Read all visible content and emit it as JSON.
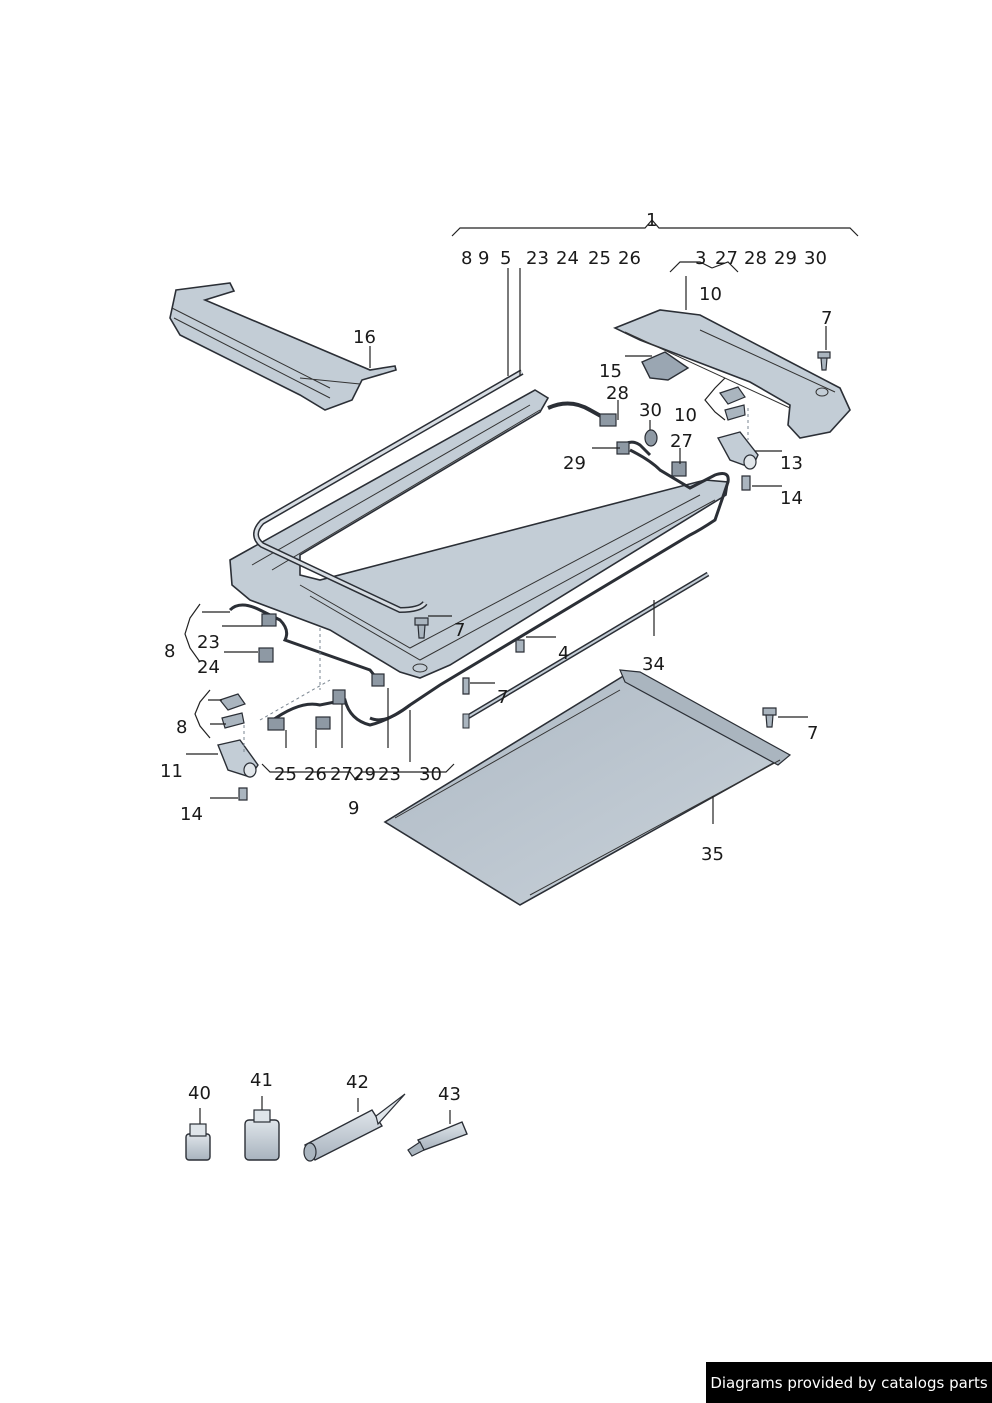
{
  "diagram": {
    "callouts": {
      "c1": "1",
      "c8a": "8",
      "c9a": "9",
      "c5": "5",
      "c23a": "23",
      "c24a": "24",
      "c25a": "25",
      "c26a": "26",
      "c3": "3",
      "c27a": "27",
      "c28a": "28",
      "c29a": "29",
      "c30a": "30",
      "c10a": "10",
      "c7a": "7",
      "c16": "16",
      "c15": "15",
      "c28b": "28",
      "c30b": "30",
      "c10b": "10",
      "c27b": "27",
      "c29b": "29",
      "c13": "13",
      "c14a": "14",
      "c7b": "7",
      "c23b": "23",
      "c8b": "8",
      "c24b": "24",
      "c4": "4",
      "c34": "34",
      "c7c": "7",
      "c8c": "8",
      "c7d": "7",
      "c11": "11",
      "c25b": "25",
      "c26b": "26",
      "c27c": "27",
      "c29c": "29",
      "c23c": "23",
      "c30c": "30",
      "c9b": "9",
      "c14b": "14",
      "c35": "35",
      "c40": "40",
      "c41": "41",
      "c42": "42",
      "c43": "43"
    }
  },
  "footer": {
    "text": "Diagrams provided by catalogs parts"
  },
  "colors": {
    "part_fill": "#c3cdd6",
    "part_dark": "#9aa6b2",
    "part_light": "#dde3e9",
    "line": "#222222"
  }
}
